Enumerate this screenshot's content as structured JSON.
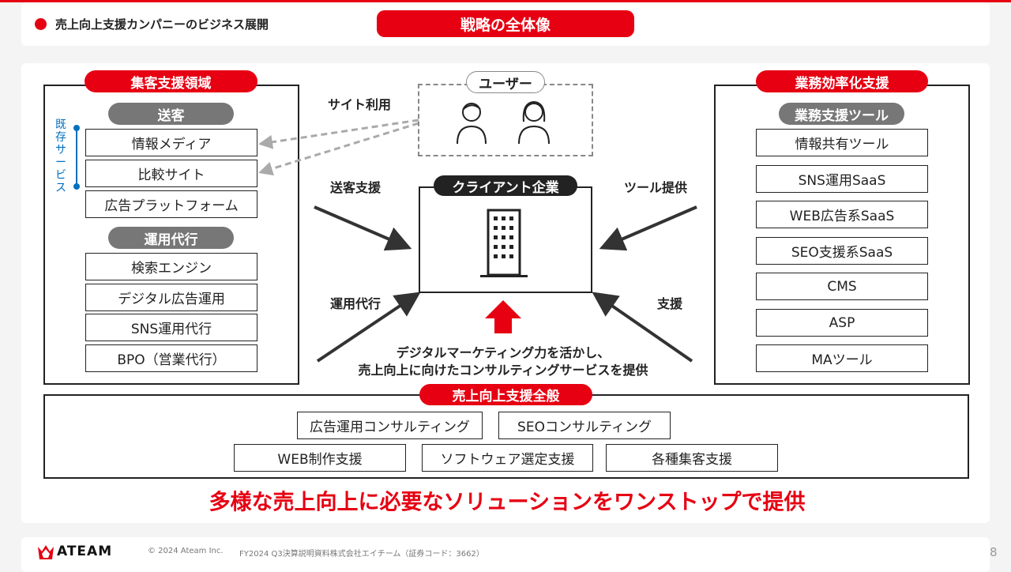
{
  "header": {
    "section_title": "売上向上支援カンパニーのビジネス展開",
    "badge": "戦略の全体像"
  },
  "left": {
    "title": "集客支援領域",
    "existing_label": "既存サービス",
    "group1": {
      "title": "送客",
      "items": [
        "情報メディア",
        "比較サイト",
        "広告プラットフォーム"
      ]
    },
    "group2": {
      "title": "運用代行",
      "items": [
        "検索エンジン",
        "デジタル広告運用",
        "SNS運用代行",
        "BPO（営業代行）"
      ]
    }
  },
  "center": {
    "user": "ユーザー",
    "site_use": "サイト利用",
    "client": "クライアント企業",
    "labels": {
      "referral": "送客支援",
      "ops": "運用代行",
      "tools": "ツール提供",
      "support": "支援"
    },
    "caption": [
      "デジタルマーケティング力を活かし、",
      "売上向上に向けたコンサルティングサービスを提供"
    ]
  },
  "right": {
    "title": "業務効率化支援",
    "group": {
      "title": "業務支援ツール",
      "items": [
        "情報共有ツール",
        "SNS運用SaaS",
        "WEB広告系SaaS",
        "SEO支援系SaaS",
        "CMS",
        "ASP",
        "MAツール"
      ]
    }
  },
  "bottom": {
    "title": "売上向上支援全般",
    "row1": [
      "広告運用コンサルティング",
      "SEOコンサルティング"
    ],
    "row2": [
      "WEB制作支援",
      "ソフトウェア選定支援",
      "各種集客支援"
    ]
  },
  "tagline": "多様な売上向上に必要なソリューションをワンストップで提供",
  "footer": {
    "logo": "ATEAM",
    "copyright": "© 2024 Ateam Inc.",
    "doc": "FY2024 Q3決算説明資料株式会社エイチーム（証券コード：3662）",
    "page": "8"
  },
  "colors": {
    "accent": "#e60012",
    "blue": "#0070c0"
  }
}
